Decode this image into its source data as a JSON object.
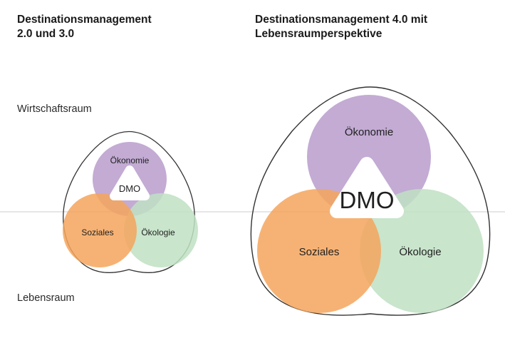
{
  "headings": {
    "left_line1": "Destinationsmanagement",
    "left_line2": "2.0 und 3.0",
    "right_line1": "Destinationsmanagement 4.0 mit",
    "right_line2": "Lebensraumperspektive"
  },
  "zones": {
    "top": "Wirtschaftsraum",
    "bottom": "Lebensraum"
  },
  "small_diagram": {
    "center": "DMO",
    "economy": "Ökonomie",
    "social": "Soziales",
    "ecology": "Ökologie"
  },
  "large_diagram": {
    "center": "DMO",
    "economy": "Ökonomie",
    "social": "Soziales",
    "ecology": "Ökologie"
  },
  "colors": {
    "economy": "#b89ccc",
    "social": "#f5a55c",
    "ecology": "#bfe0c3",
    "outline": "#333333",
    "divider": "#cccccc"
  }
}
